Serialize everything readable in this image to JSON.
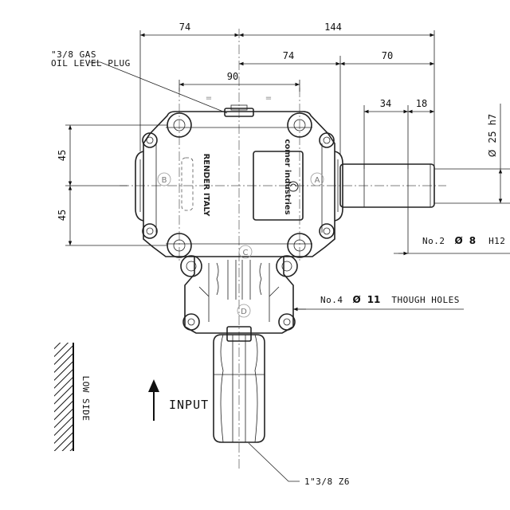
{
  "dimensions": {
    "d74_left": "74",
    "d144": "144",
    "d74_right": "74",
    "d70": "70",
    "d90": "90",
    "eq_left": "=",
    "eq_right": "=",
    "d34": "34",
    "d18": "18",
    "d45_top": "45",
    "d45_bottom": "45",
    "shaft_dia_symbol": "Ø",
    "shaft_dia_value": "25",
    "shaft_tol": "h7"
  },
  "notes": {
    "plug_line1": "\"3/8 GAS",
    "plug_line2": "OIL LEVEL PLUG",
    "holes_prefix": "No.2",
    "holes_dia_symbol": "Ø",
    "holes_dia_value": "8",
    "holes_tol": "H12",
    "through_prefix": "No.4",
    "through_dia_symbol": "Ø",
    "through_dia_value": "11",
    "through_text": "THOUGH HOLES",
    "input_label": "INPUT",
    "low_side": "LOW SIDE",
    "spline": "1\"3/8 Z6"
  },
  "face_labels": {
    "a": "A",
    "b": "B",
    "c": "C",
    "d": "D"
  },
  "brand": {
    "name": "comer industries",
    "cast_text": "RENDER ITALY"
  }
}
